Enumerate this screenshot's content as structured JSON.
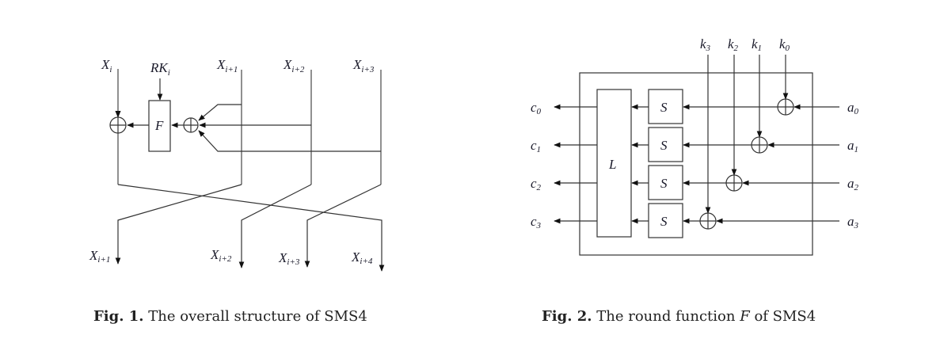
{
  "figure1": {
    "inputs": [
      {
        "base": "X",
        "sub": "i"
      },
      {
        "base": "X",
        "sub": "i+1"
      },
      {
        "base": "X",
        "sub": "i+2"
      },
      {
        "base": "X",
        "sub": "i+3"
      }
    ],
    "round_key": {
      "base": "RK",
      "sub": "i"
    },
    "function_label": "F",
    "outputs": [
      {
        "base": "X",
        "sub": "i+1"
      },
      {
        "base": "X",
        "sub": "i+2"
      },
      {
        "base": "X",
        "sub": "i+3"
      },
      {
        "base": "X",
        "sub": "i+4"
      }
    ],
    "caption_prefix": "Fig. 1.",
    "caption_text": "The overall structure of SMS4"
  },
  "figure2": {
    "keys": [
      {
        "base": "k",
        "sub": "3"
      },
      {
        "base": "k",
        "sub": "2"
      },
      {
        "base": "k",
        "sub": "1"
      },
      {
        "base": "k",
        "sub": "0"
      }
    ],
    "inputs": [
      {
        "base": "a",
        "sub": "0"
      },
      {
        "base": "a",
        "sub": "1"
      },
      {
        "base": "a",
        "sub": "2"
      },
      {
        "base": "a",
        "sub": "3"
      }
    ],
    "outputs": [
      {
        "base": "c",
        "sub": "0"
      },
      {
        "base": "c",
        "sub": "1"
      },
      {
        "base": "c",
        "sub": "2"
      },
      {
        "base": "c",
        "sub": "3"
      }
    ],
    "sbox_label": "S",
    "linear_label": "L",
    "caption_prefix": "Fig. 2.",
    "caption_text_before": "The round function",
    "caption_var": "F",
    "caption_text_after": "of SMS4"
  }
}
